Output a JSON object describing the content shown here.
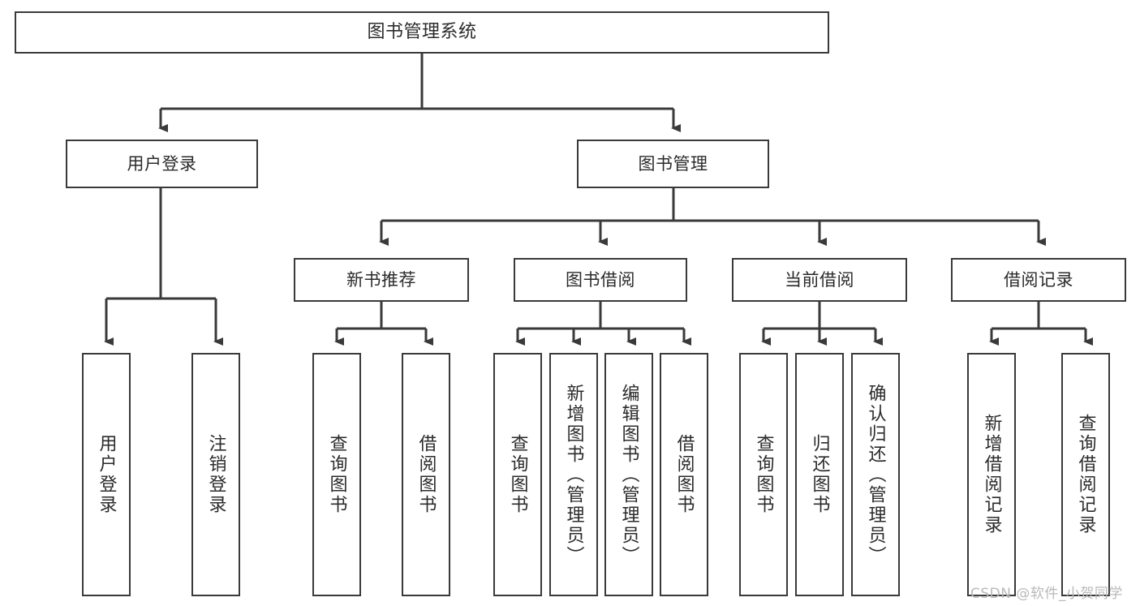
{
  "diagram": {
    "title": "图书管理系统",
    "type": "tree-hierarchy",
    "root": {
      "label": "图书管理系统"
    },
    "level2": [
      {
        "label": "用户登录"
      },
      {
        "label": "图书管理"
      }
    ],
    "level3": [
      {
        "label": "新书推荐"
      },
      {
        "label": "图书借阅"
      },
      {
        "label": "当前借阅"
      },
      {
        "label": "借阅记录"
      }
    ],
    "leaves": {
      "user_login": [
        {
          "label": "用户登录"
        },
        {
          "label": "注销登录"
        }
      ],
      "new_book_recommend": [
        {
          "label": "查询图书"
        },
        {
          "label": "借阅图书"
        }
      ],
      "book_borrow": [
        {
          "label": "查询图书"
        },
        {
          "label": "新增图书（管理员）"
        },
        {
          "label": "编辑图书（管理员）"
        },
        {
          "label": "借阅图书"
        }
      ],
      "current_borrow": [
        {
          "label": "查询图书"
        },
        {
          "label": "归还图书"
        },
        {
          "label": "确认归还（管理员）"
        }
      ],
      "borrow_record": [
        {
          "label": "新增借阅记录"
        },
        {
          "label": "查询借阅记录"
        }
      ]
    }
  },
  "watermark": {
    "text": "CSDN @软件_小贺同学"
  },
  "colors": {
    "stroke": "#3a3a3a",
    "box_fill": "#ffffff",
    "text": "#2b2b2b",
    "watermark": "#b9b9b9"
  }
}
